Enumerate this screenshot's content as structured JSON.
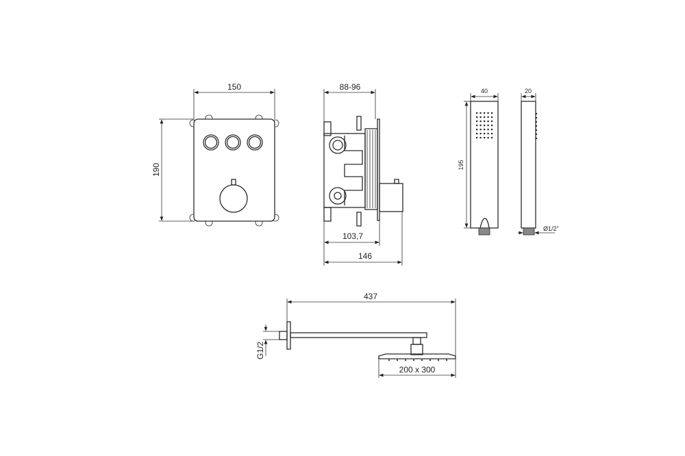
{
  "title": "Shower set technical drawing",
  "front_view": {
    "width_label": "150",
    "height_label": "190"
  },
  "side_view": {
    "depth_label": "88-96",
    "body_label": "103,7",
    "total_label": "146"
  },
  "hand_shower": {
    "width_label": "40",
    "thickness_label": "20",
    "height_label": "195",
    "thread_label": "Ø1/2\""
  },
  "overhead_shower": {
    "length_label": "437",
    "head_label": "200 x 300",
    "thread_label": "G1/2"
  },
  "colors": {
    "line": "#2a2a2a",
    "background": "#ffffff"
  }
}
